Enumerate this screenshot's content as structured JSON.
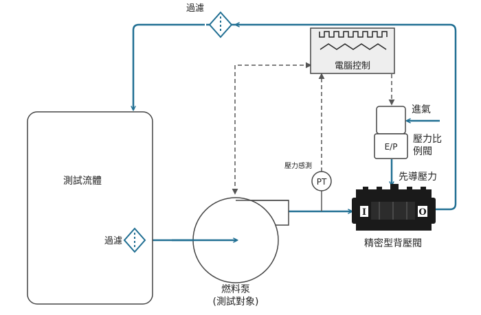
{
  "labels": {
    "filter_top": "過濾",
    "filter_left": "過濾",
    "computer_control": "電腦控制",
    "air_in": "進氣",
    "ep_label": "E/P",
    "proportional_valve_l1": "壓力比",
    "proportional_valve_l2": "例閥",
    "pilot_pressure": "先導壓力",
    "pressure_sensing": "壓力感測",
    "pt": "PT",
    "test_fluid": "測試流體",
    "back_pressure_valve": "精密型背壓閥",
    "valve_inlet": "I",
    "valve_outlet": "O",
    "pump_l1": "燃料泵",
    "pump_l2": "(測試對象)"
  },
  "colors": {
    "flow_line": "#1f6e92",
    "signal_line": "#555555",
    "outline": "#444444",
    "panel_fill": "#eeeeee",
    "valve_body": "#1a1a1a"
  }
}
